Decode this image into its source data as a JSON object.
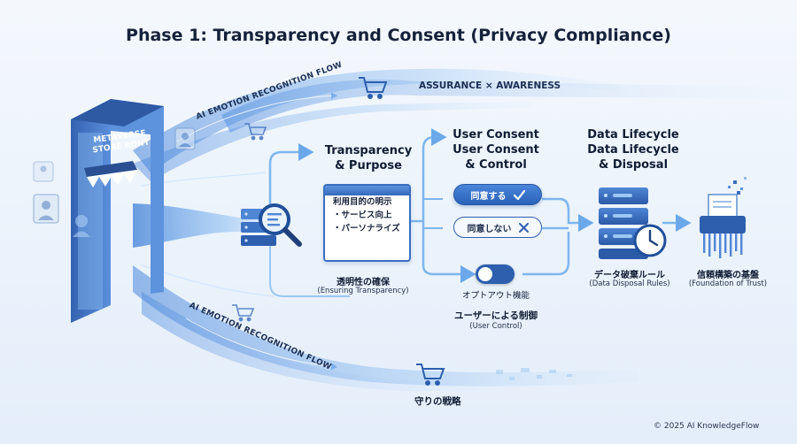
{
  "title": "Phase 1: Transparency and Consent (Privacy Compliance)",
  "storefront": {
    "sign_line1": "METAVERSE",
    "sign_line2": "STORE RONT"
  },
  "flow": {
    "top_label": "AI EMOTION RECOGNITION FLOW",
    "bottom_label": "AI EMOTION RECOGNITION FLOW",
    "banner": "ASSURANCE × AWARENESS",
    "bottom_caption": "守りの戦略"
  },
  "transparency": {
    "heading_line1": "Transparency",
    "heading_line2": "& Purpose",
    "card_title": "利用目的の明示",
    "card_item1": "・サービス向上",
    "card_item2": "・パーソナライズ",
    "label_jp": "透明性の確保",
    "label_en": "(Ensuring Transparency)"
  },
  "consent": {
    "heading_line1": "User Consent",
    "heading_line2": "User Consent",
    "heading_line3": "& Control",
    "agree_label": "同意する",
    "disagree_label": "同意しない",
    "optout_label": "オプトアウト機能",
    "control_jp": "ユーザーによる制御",
    "control_en": "(User Control)"
  },
  "lifecycle": {
    "heading_line1": "Data Lifecycle",
    "heading_line2": "Data Lifecycle",
    "heading_line3": "& Disposal",
    "rules_jp": "データ破棄ルール",
    "rules_en": "(Data Disposal Rules)",
    "trust_jp": "信頼構築の基盤",
    "trust_en": "(Foundation of Trust)"
  },
  "footer": {
    "copyright": "© 2025 AI KnowledgeFlow"
  },
  "colors": {
    "primary": "#2d5fae",
    "accent": "#4a86da",
    "flow_light": "#8fc3f4",
    "text_dark": "#16213a"
  },
  "icons": [
    "shopping-cart-icon",
    "user-icon",
    "magnifier-icon",
    "checkmark-icon",
    "cross-icon",
    "server-icon",
    "clock-icon",
    "shredder-icon"
  ]
}
